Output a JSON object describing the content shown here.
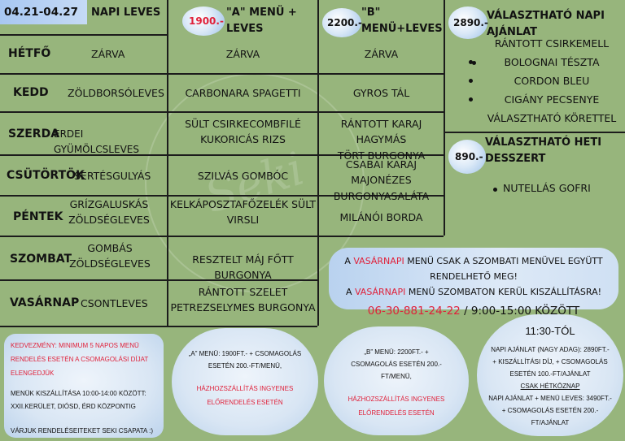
{
  "header": {
    "date_range": "04.21-04.27",
    "soup_title": "NAPI LEVES",
    "menu_a_title": "\"A\" MENÜ + LEVES",
    "menu_a_price": "1900.-",
    "menu_b_title": "\"B\" MENÜ+LEVES",
    "menu_b_price": "2200.-",
    "daily_choice_title": "Választható napi ajánlat",
    "daily_choice_price": "2890.-",
    "weekly_dessert_title": "Választható heti desszert",
    "weekly_dessert_price": "890.-"
  },
  "days": [
    {
      "day": "HÉTFŐ",
      "soup": "ZÁRVA",
      "menu_a": "ZÁRVA",
      "menu_b": "ZÁRVA"
    },
    {
      "day": "KEDD",
      "soup": "ZÖLDBORSÓLEVES",
      "menu_a": "CARBONARA SPAGETTI",
      "menu_b": "GYROS TÁL"
    },
    {
      "day": "SZERDA",
      "soup": "ERDEI GYÜMÖLCSLEVES",
      "menu_a_line1": "SÜLT CSIRKECOMBFILÉ",
      "menu_a_line2": "KUKORICÁS RIZS",
      "menu_b_line1": "RÁNTOTT KARAJ HAGYMÁS",
      "menu_b_line2": "TÖRT BURGONYA"
    },
    {
      "day": "CSÜTÖRTÖK",
      "soup": "SERTÉSGULYÁS",
      "menu_a": "SZILVÁS GOMBÓC",
      "menu_b_line1": "CSABAI KARAJ MAJONÉZES",
      "menu_b_line2": "BURGONYASALÁTA"
    },
    {
      "day": "PÉNTEK",
      "soup_line1": "GRÍZGALUSKÁS",
      "soup_line2": "ZÖLDSÉGLEVES",
      "menu_a_line1": "KELKÁPOSZTAFŐZELÉK SÜLT",
      "menu_a_line2": "VIRSLI",
      "menu_b": "MILÁNÓI BORDA"
    },
    {
      "day": "SZOMBAT",
      "soup_line1": "GOMBÁS",
      "soup_line2": "ZÖLDSÉGLEVES",
      "menu_a": "RESZTELT MÁJ FŐTT BURGONYA"
    },
    {
      "day": "VASÁRNAP",
      "soup": "CSONTLEVES",
      "menu_a_line1": "RÁNTOTT SZELET",
      "menu_a_line2": "PETREZSELYMES BURGONYA"
    }
  ],
  "daily_choice_items": [
    "RÁNTOTT CSIRKEMELL",
    "BOLOGNAI TÉSZTA",
    "CORDON BLEU",
    "CIGÁNY PECSENYE",
    "VÁLASZTHATÓ KÖRETTEL"
  ],
  "weekly_dessert_items": [
    "NUTELLÁS GOFRI"
  ],
  "promo": {
    "l1_a": "A ",
    "l1_hl": "VASÁRNAPI",
    "l1_b": " MENÜ CSAK A SZOMBATI MENÜVEL EGYÜTT RENDELHETŐ MEG!",
    "l2_a": "A ",
    "l2_hl": "VASÁRNAPI",
    "l2_b": " MENÜ SZOMBATON KERÜL KISZÁLLÍTÁSRA!",
    "phone": "06-30-881-24-22",
    "sep": "/",
    "hours": "9:00-15:00 KÖZÖTT"
  },
  "info": {
    "discount_red": "KEDVEZMÉNY: MINIMUM 5 NAPOS MENÜ RENDELÉS ESETÉN A CSOMAGOLÁSI DÍJAT ELENGEDJÜK",
    "delivery_line1": "MENÜK KISZÁLLÍTÁSA 10:00-14:00 KÖZÖTT:",
    "delivery_line2": "XXII.KERÜLET, DIÓSD, ÉRD KÖZPONTIG",
    "wait": "VÁRJUK RENDELÉSEITEKET SEKI CSAPATA :)",
    "a_line": "„A” MENÜ: 1900FT.- + CSOMAGOLÁS ESETÉN 200.-FT/MENÜ,",
    "a_free": "HÁZHOZSZÁLLÍTÁS INGYENES ELŐRENDELÉS ESETÉN",
    "b_line": "„B” MENÜ: 2200FT.- + CSOMAGOLÁS ESETÉN 200.-FT/MENÜ,",
    "b_free": "HÁZHOZSZÁLLÍTÁS INGYENES ELŐRENDELÉS ESETÉN",
    "from_time": "11:30-TÓL",
    "napi_line": "NAPI AJÁNLAT (NAGY ADAG): 2890FT.- + KISZÁLLÍTÁSI DÍJ, + CSOMAGOLÁS ESETÉN 100.-FT/AJÁNLAT",
    "weekdays": "CSAK HÉTKÖZNAP",
    "napi_soup": "NAPI AJÁNLAT + MENÜ LEVES: 3490FT.- + CSOMAGOLÁS ESETÉN 200.-FT/AJÁNLAT"
  },
  "watermark": "Seki"
}
